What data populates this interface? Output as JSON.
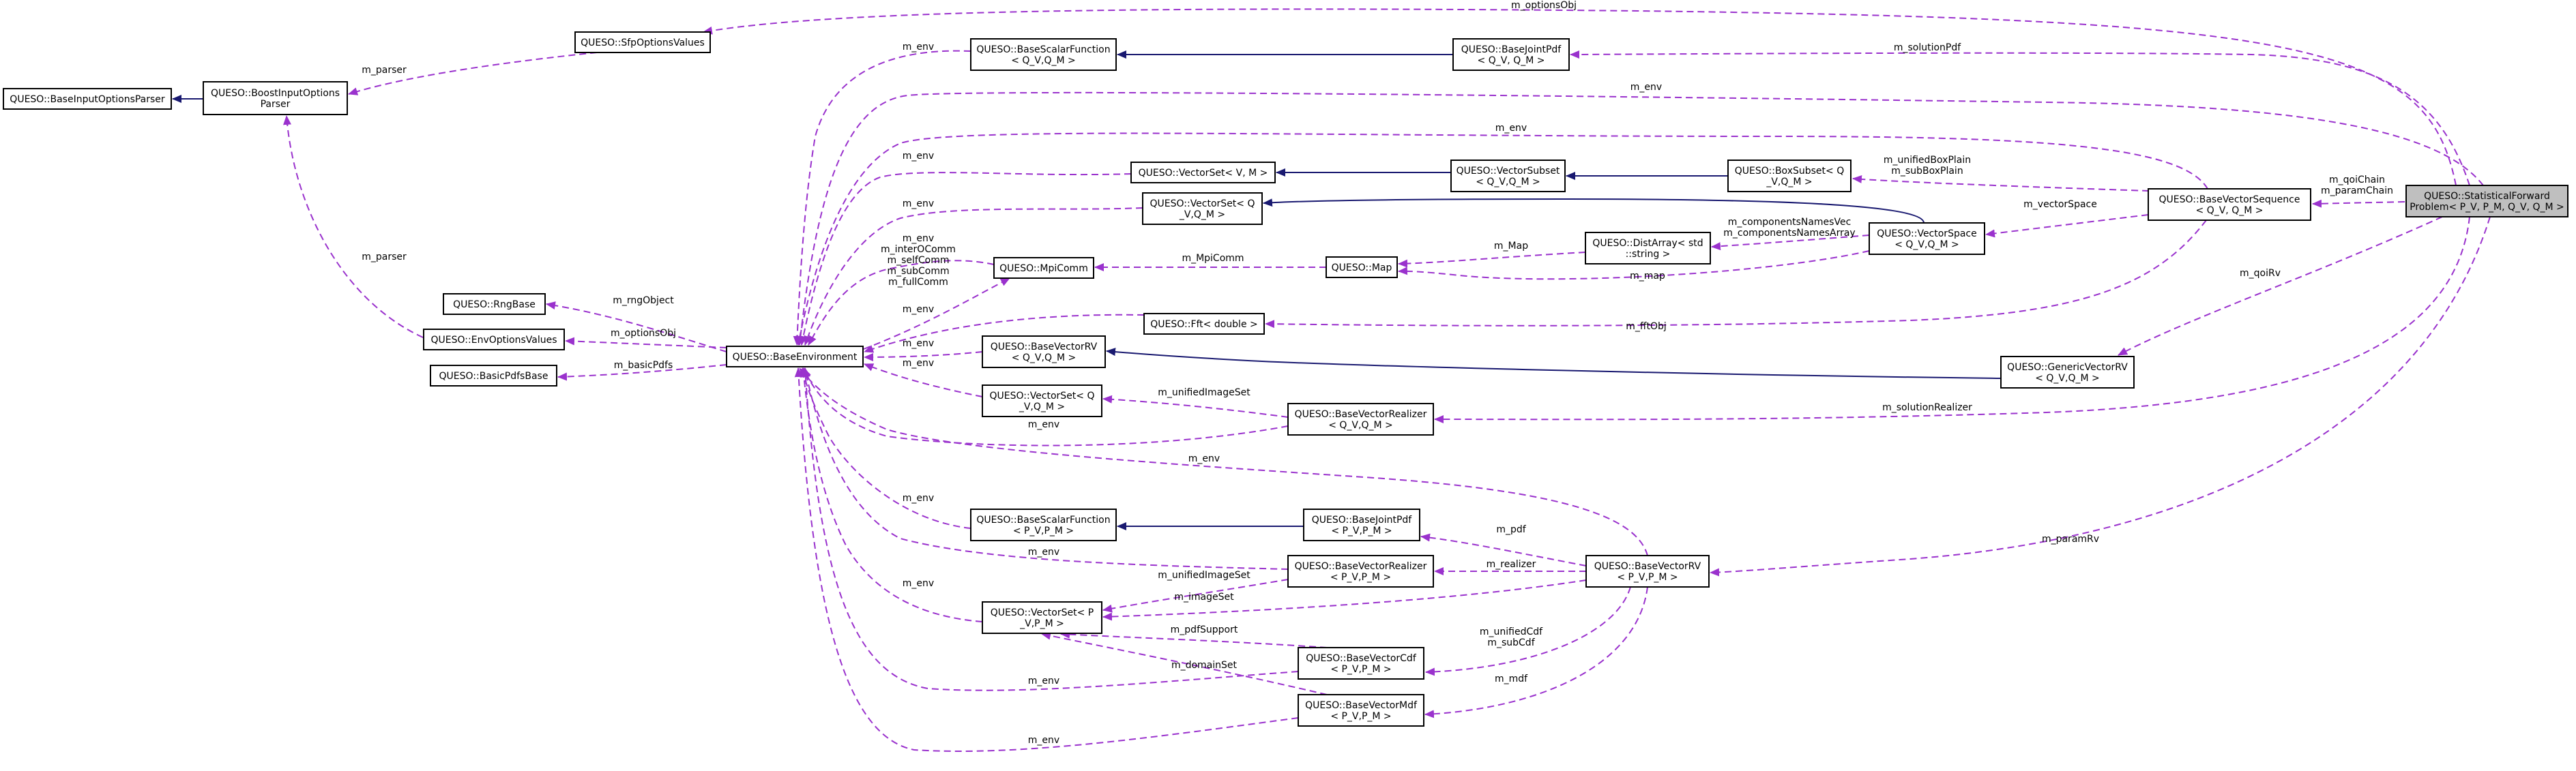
{
  "nodes": [
    {
      "id": "sfwp",
      "lines": [
        "QUESO::StatisticalForward",
        "Problem< P_V, P_M, Q_V, Q_M >"
      ],
      "highlight": true
    },
    {
      "id": "bvs",
      "lines": [
        "QUESO::BaseVectorSequence",
        "< Q_V, Q_M >"
      ]
    },
    {
      "id": "bjpdf_q",
      "lines": [
        "QUESO::BaseJointPdf",
        "< Q_V, Q_M >"
      ]
    },
    {
      "id": "bsf_q",
      "lines": [
        "QUESO::BaseScalarFunction",
        "< Q_V,Q_M >"
      ]
    },
    {
      "id": "sfp",
      "lines": [
        "QUESO::SfpOptionsValues"
      ]
    },
    {
      "id": "bip",
      "lines": [
        "QUESO::BoostInputOptions",
        "Parser"
      ]
    },
    {
      "id": "biop",
      "lines": [
        "QUESO::BaseInputOptionsParser"
      ]
    },
    {
      "id": "vset_vm",
      "lines": [
        "QUESO::VectorSet< V, M >"
      ]
    },
    {
      "id": "vsub",
      "lines": [
        "QUESO::VectorSubset",
        "< Q_V,Q_M >"
      ]
    },
    {
      "id": "boxsub",
      "lines": [
        "QUESO::BoxSubset< Q",
        "_V,Q_M >"
      ]
    },
    {
      "id": "vset_q1",
      "lines": [
        "QUESO::VectorSet< Q",
        "_V,Q_M >"
      ]
    },
    {
      "id": "vspace",
      "lines": [
        "QUESO::VectorSpace",
        "< Q_V,Q_M >"
      ]
    },
    {
      "id": "distarr",
      "lines": [
        "QUESO::DistArray< std",
        "::string >"
      ]
    },
    {
      "id": "map",
      "lines": [
        "QUESO::Map"
      ]
    },
    {
      "id": "mpicomm",
      "lines": [
        "QUESO::MpiComm"
      ]
    },
    {
      "id": "rngbase",
      "lines": [
        "QUESO::RngBase"
      ]
    },
    {
      "id": "envopt",
      "lines": [
        "QUESO::EnvOptionsValues"
      ]
    },
    {
      "id": "benv",
      "lines": [
        "QUESO::BaseEnvironment"
      ]
    },
    {
      "id": "bpdfs",
      "lines": [
        "QUESO::BasicPdfsBase"
      ]
    },
    {
      "id": "fft",
      "lines": [
        "QUESO::Fft< double >"
      ]
    },
    {
      "id": "bvrv_q",
      "lines": [
        "QUESO::BaseVectorRV",
        "< Q_V,Q_M >"
      ]
    },
    {
      "id": "gvrv",
      "lines": [
        "QUESO::GenericVectorRV",
        "< Q_V,Q_M >"
      ]
    },
    {
      "id": "vset_q2",
      "lines": [
        "QUESO::VectorSet< Q",
        "_V,Q_M >"
      ]
    },
    {
      "id": "bvreal_q",
      "lines": [
        "QUESO::BaseVectorRealizer",
        "< Q_V,Q_M >"
      ]
    },
    {
      "id": "bsf_p",
      "lines": [
        "QUESO::BaseScalarFunction",
        "< P_V,P_M >"
      ]
    },
    {
      "id": "bjpdf_p",
      "lines": [
        "QUESO::BaseJointPdf",
        "< P_V,P_M >"
      ]
    },
    {
      "id": "bvreal_p",
      "lines": [
        "QUESO::BaseVectorRealizer",
        "< P_V,P_M >"
      ]
    },
    {
      "id": "bvrv_p",
      "lines": [
        "QUESO::BaseVectorRV",
        "< P_V,P_M >"
      ]
    },
    {
      "id": "vset_p",
      "lines": [
        "QUESO::VectorSet< P",
        "_V,P_M >"
      ]
    },
    {
      "id": "bvcdf",
      "lines": [
        "QUESO::BaseVectorCdf",
        "< P_V,P_M >"
      ]
    },
    {
      "id": "bvmdf",
      "lines": [
        "QUESO::BaseVectorMdf",
        "< P_V,P_M >"
      ]
    }
  ],
  "edge_labels": [
    {
      "id": "l_optionsObj",
      "lines": [
        "m_optionsObj"
      ]
    },
    {
      "id": "l_solutionPdf",
      "lines": [
        "m_solutionPdf"
      ]
    },
    {
      "id": "l_env_top",
      "lines": [
        "m_env"
      ]
    },
    {
      "id": "l_env_vs",
      "lines": [
        "m_env"
      ]
    },
    {
      "id": "l_qoiChain",
      "lines": [
        "m_qoiChain",
        "m_paramChain"
      ]
    },
    {
      "id": "l_unifiedBox",
      "lines": [
        "m_unifiedBoxPlain",
        "m_subBoxPlain"
      ]
    },
    {
      "id": "l_vectorSpace",
      "lines": [
        "m_vectorSpace"
      ]
    },
    {
      "id": "l_compNames",
      "lines": [
        "m_componentsNamesVec",
        "m_componentsNamesArray"
      ]
    },
    {
      "id": "l_Map",
      "lines": [
        "m_Map"
      ]
    },
    {
      "id": "l_map",
      "lines": [
        "m_map"
      ]
    },
    {
      "id": "l_MpiComm",
      "lines": [
        "m_MpiComm"
      ]
    },
    {
      "id": "l_qoiRv",
      "lines": [
        "m_qoiRv"
      ]
    },
    {
      "id": "l_fftObj",
      "lines": [
        "m_fftObj"
      ]
    },
    {
      "id": "l_solutionRealizer",
      "lines": [
        "m_solutionRealizer"
      ]
    },
    {
      "id": "l_paramRv",
      "lines": [
        "m_paramRv"
      ]
    },
    {
      "id": "l_parser1",
      "lines": [
        "m_parser"
      ]
    },
    {
      "id": "l_parser2",
      "lines": [
        "m_parser"
      ]
    },
    {
      "id": "l_rngObject",
      "lines": [
        "m_rngObject"
      ]
    },
    {
      "id": "l_optionsObj2",
      "lines": [
        "m_optionsObj"
      ]
    },
    {
      "id": "l_basicPdfs",
      "lines": [
        "m_basicPdfs"
      ]
    },
    {
      "id": "l_env_bsfq",
      "lines": [
        "m_env"
      ]
    },
    {
      "id": "l_env_vsetvm",
      "lines": [
        "m_env"
      ]
    },
    {
      "id": "l_env_vsetq1",
      "lines": [
        "m_env"
      ]
    },
    {
      "id": "l_comms",
      "lines": [
        "m_env",
        "m_interOComm",
        "m_selfComm",
        "m_subComm",
        "m_fullComm"
      ]
    },
    {
      "id": "l_env_fft",
      "lines": [
        "m_env"
      ]
    },
    {
      "id": "l_env_bvrvq",
      "lines": [
        "m_env"
      ]
    },
    {
      "id": "l_env_vsetq2",
      "lines": [
        "m_env"
      ]
    },
    {
      "id": "l_env_bvrealq",
      "lines": [
        "m_env"
      ]
    },
    {
      "id": "l_unifiedImageSet_q",
      "lines": [
        "m_unifiedImageSet"
      ]
    },
    {
      "id": "l_env_bvrvp",
      "lines": [
        "m_env"
      ]
    },
    {
      "id": "l_env_bsfp",
      "lines": [
        "m_env"
      ]
    },
    {
      "id": "l_env_bvrealp",
      "lines": [
        "m_env"
      ]
    },
    {
      "id": "l_env_vsetp",
      "lines": [
        "m_env"
      ]
    },
    {
      "id": "l_env_cdf",
      "lines": [
        "m_env"
      ]
    },
    {
      "id": "l_env_mdf",
      "lines": [
        "m_env"
      ]
    },
    {
      "id": "l_pdf",
      "lines": [
        "m_pdf"
      ]
    },
    {
      "id": "l_realizer",
      "lines": [
        "m_realizer"
      ]
    },
    {
      "id": "l_unifiedImageSet_p",
      "lines": [
        "m_unifiedImageSet"
      ]
    },
    {
      "id": "l_imageSet",
      "lines": [
        "m_imageSet"
      ]
    },
    {
      "id": "l_pdfSupport",
      "lines": [
        "m_pdfSupport"
      ]
    },
    {
      "id": "l_domainSet",
      "lines": [
        "m_domainSet"
      ]
    },
    {
      "id": "l_cdf",
      "lines": [
        "m_unifiedCdf",
        "m_subCdf"
      ]
    },
    {
      "id": "l_mdf",
      "lines": [
        "m_mdf"
      ]
    }
  ],
  "colors": {
    "usage_edge": "#9a32cd",
    "inheritance_edge": "#191970",
    "highlight_node": "#bfbfbf"
  }
}
